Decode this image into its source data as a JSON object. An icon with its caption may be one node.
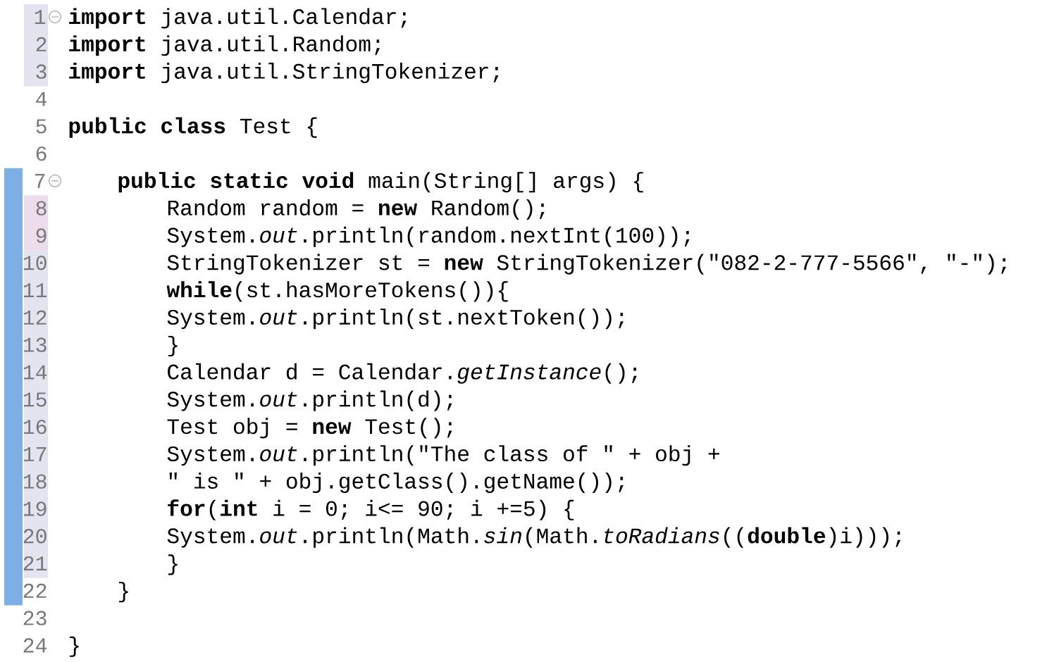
{
  "diagram": {
    "labels": [
      "1",
      "**import** java.util.Calendar;",
      "2",
      "**import** java.util.Random;",
      "3",
      "**import** java.util.StringTokenizer;",
      "4",
      "5",
      "**public class** Test {",
      "6",
      "7",
      "**public static void** main(String[] args) {",
      "8",
      "Random random = **new** Random();",
      "9",
      "System.*out*.println(random.nextInt(100));",
      "10",
      "StringTokenizer st = **new** StringTokenizer(\"082-2-777-5566\", \"-\");",
      "11",
      "**while**(st.hasMoreTokens()){",
      "12",
      "System.*out*.println(st.nextToken());",
      "13",
      "}",
      "14",
      "Calendar d = Calendar.*getInstance*();",
      "15",
      "System.*out*.println(d);",
      "16",
      "Test obj = **new** Test();",
      "17",
      "System.*out*.println(\"The class of \" + obj +",
      "18",
      "\" is \" + obj.getClass().getName());",
      "19",
      "**for**(**int** i = 0; i<= 90; i +=5) {",
      "20",
      "System.*out*.println(Math.*sin*(Math.*toRadians*((**double**)i)));",
      "21",
      "}",
      "22",
      "}",
      "23",
      "24",
      "}"
    ]
  }
}
